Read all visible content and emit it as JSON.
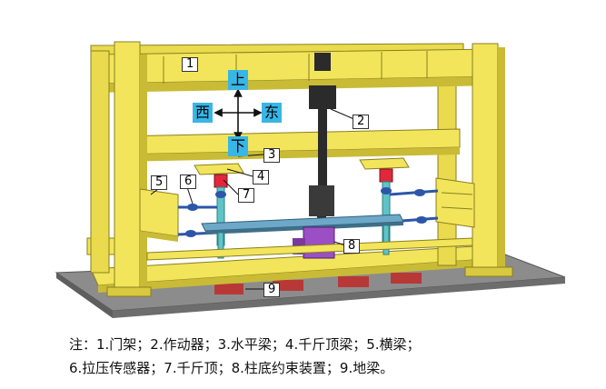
{
  "labels": {
    "frame": "1",
    "actuator": "2",
    "horizontal_beam": "3",
    "jack_top_beam": "4",
    "cross_beam": "5",
    "load_cell": "6",
    "jack": "7",
    "column_base_restraint": "8",
    "ground_beam": "9"
  },
  "directions": {
    "up": "上",
    "down": "下",
    "west": "西",
    "east": "东"
  },
  "caption": {
    "line1": "注：1.门架；2.作动器；3.水平梁；4.千斤顶梁；5.横梁；",
    "line2": "6.拉压传感器；7.千斤顶；8.柱底约束装置；9.地梁。"
  },
  "colors": {
    "steel": "#f2e55b",
    "steel_dark": "#b8aa2a",
    "actuator": "#2b2b2b",
    "column": "#5fc4c8",
    "jack": "#e0283a",
    "restraint": "#9a4fc4",
    "ground_beam": "#b83838",
    "base_plate": "#8c8c8c",
    "direction_box": "#38b6e6"
  }
}
